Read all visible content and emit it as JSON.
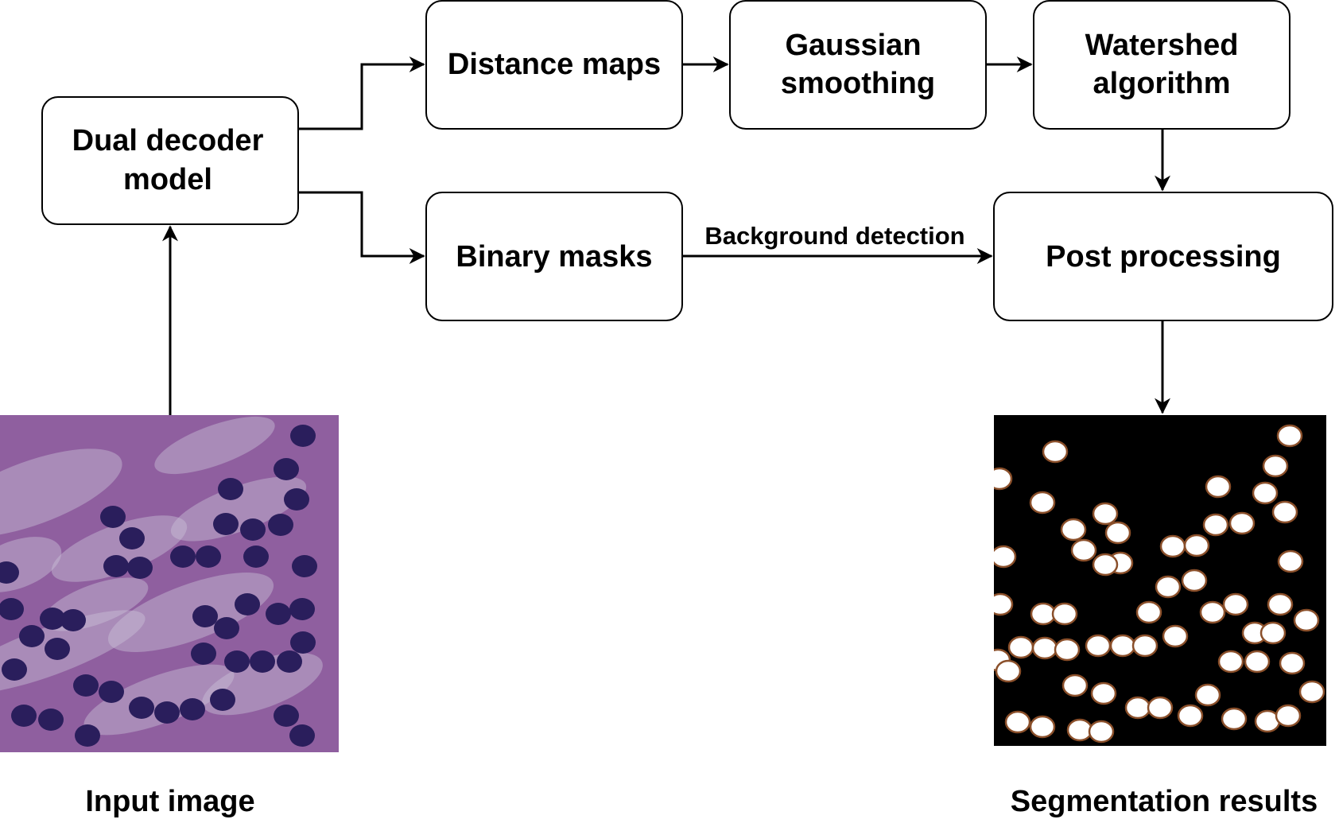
{
  "nodes": {
    "dual_decoder": [
      "Dual decoder",
      "model"
    ],
    "distance_maps": [
      "Distance maps"
    ],
    "gaussian": [
      "Gaussian",
      "smoothing"
    ],
    "watershed": [
      "Watershed",
      "algorithm"
    ],
    "binary_masks": [
      "Binary masks"
    ],
    "post_processing": [
      "Post processing"
    ]
  },
  "edges": {
    "background_detection": "Background detection"
  },
  "images": {
    "input_caption": "Input image",
    "output_caption": "Segmentation results"
  },
  "colors": {
    "tissue_background": "#8f5f9f",
    "nucleus": "#2a1e5c",
    "segmentation_background": "#000000",
    "segmentation_outline": "#8a4f2a"
  }
}
